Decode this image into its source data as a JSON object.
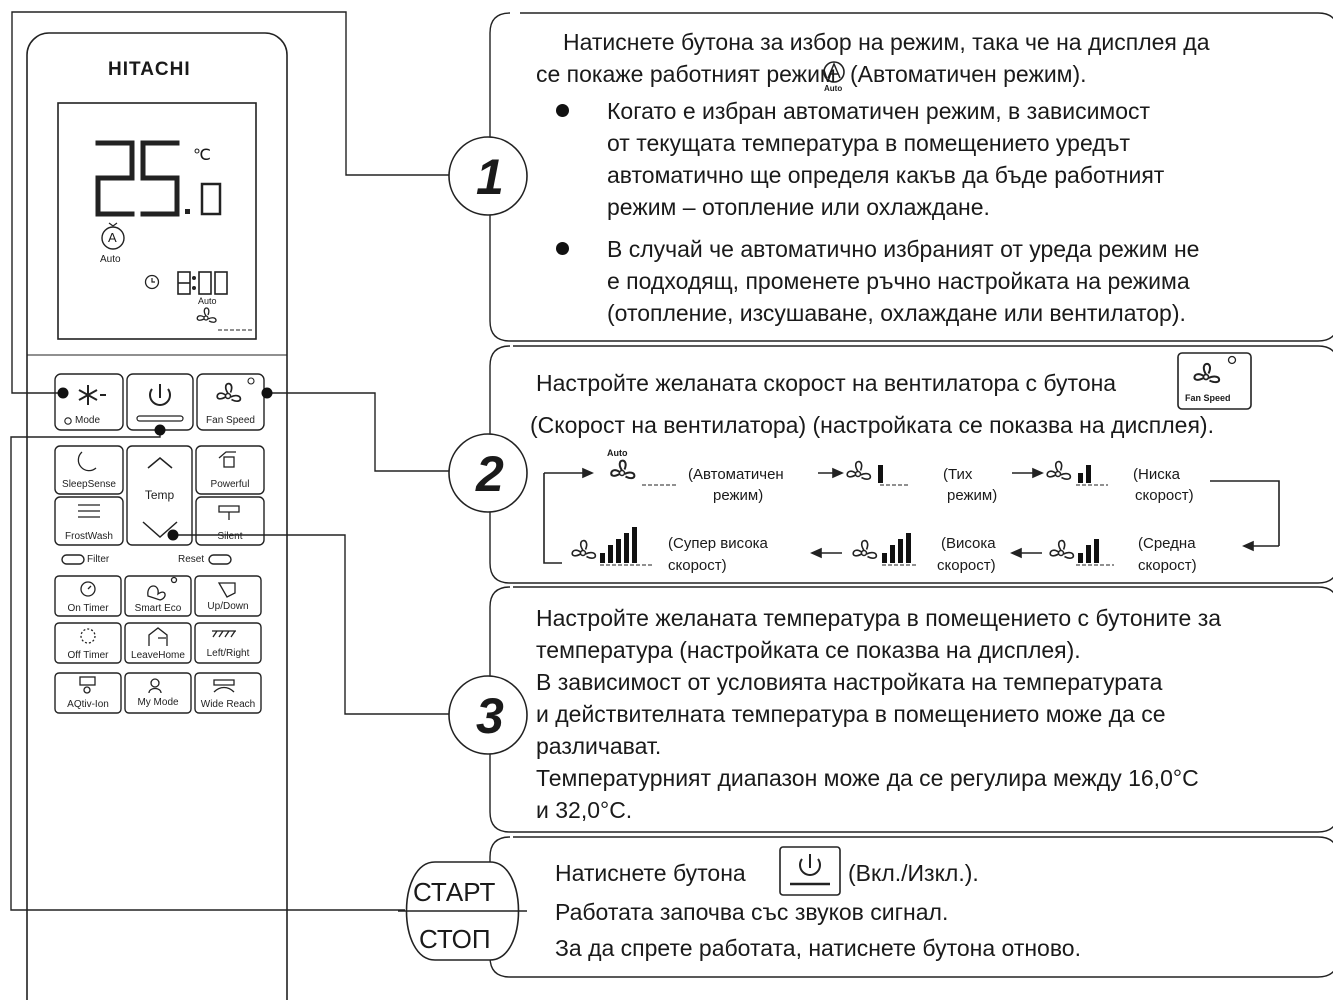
{
  "remote": {
    "brand": "HITACHI",
    "display": {
      "temp_unit": "℃",
      "mode_label": "Auto",
      "fan_label": "Auto",
      "mode_letter": "A"
    },
    "buttons": {
      "mode": "Mode",
      "fan_speed": "Fan Speed",
      "sleep": "SleepSense",
      "temp": "Temp",
      "powerful": "Powerful",
      "frostwash": "FrostWash",
      "silent": "Silent",
      "filter": "Filter",
      "reset": "Reset",
      "on_timer": "On Timer",
      "smart_eco": "Smart Eco",
      "updown": "Up/Down",
      "off_timer": "Off Timer",
      "leavehome": "LeaveHome",
      "leftright": "Left/Right",
      "aqtiv": "AQtiv-Ion",
      "mymode": "My Mode",
      "widereach": "Wide Reach"
    }
  },
  "steps": {
    "step1": {
      "number": "1",
      "intro_line1": "Натиснете бутона за избор на режим, така че на дисплея да",
      "intro_line2a": "се покаже работният режим",
      "intro_line2b": "(Автоматичен режим).",
      "icon_caption": "Auto",
      "bullet1": [
        "Когато е избран автоматичен режим, в зависимост",
        "от текущата температура в помещението уредът",
        "автоматично ще определя какъв да бъде работният",
        "режим – отопление или охлаждане."
      ],
      "bullet2": [
        "В случай че автоматично избраният от уреда режим не",
        "е подходящ, променете ръчно настройката на режима",
        "(отопление, изсушаване, охлаждане или вентилатор)."
      ]
    },
    "step2": {
      "number": "2",
      "line1": "Настройте желаната скорост на вентилатора с бутона",
      "button_caption": "Fan Speed",
      "line2": "(Скорост на вентилатора) (настройката се показва на дисплея).",
      "auto_tag": "Auto",
      "cycle": [
        {
          "l1": "(Автоматичен",
          "l2": "режим)"
        },
        {
          "l1": "(Тих",
          "l2": "режим)"
        },
        {
          "l1": "(Ниска",
          "l2": "скорост)"
        },
        {
          "l1": "(Средна",
          "l2": "скорост)"
        },
        {
          "l1": "(Висока",
          "l2": "скорост)"
        },
        {
          "l1": "(Супер висока",
          "l2": "скорост)"
        }
      ]
    },
    "step3": {
      "number": "3",
      "lines": [
        "Настройте желаната температура в помещението с бутоните за",
        "температура (настройката се показва на дисплея).",
        "В зависимост от условията настройката на температурата",
        "и действителната температура в помещението може да се",
        "различават.",
        "Температурният диапазон може да се регулира между 16,0°C",
        "и 32,0°C."
      ]
    },
    "start_stop": {
      "start_label": "СТАРТ",
      "stop_label": "СТОП",
      "line1a": "Натиснете бутона",
      "line1b": "(Вкл./Изкл.).",
      "line2": "Работата започва със звуков сигнал.",
      "line3": "За да спрете работата, натиснете бутона отново."
    }
  }
}
